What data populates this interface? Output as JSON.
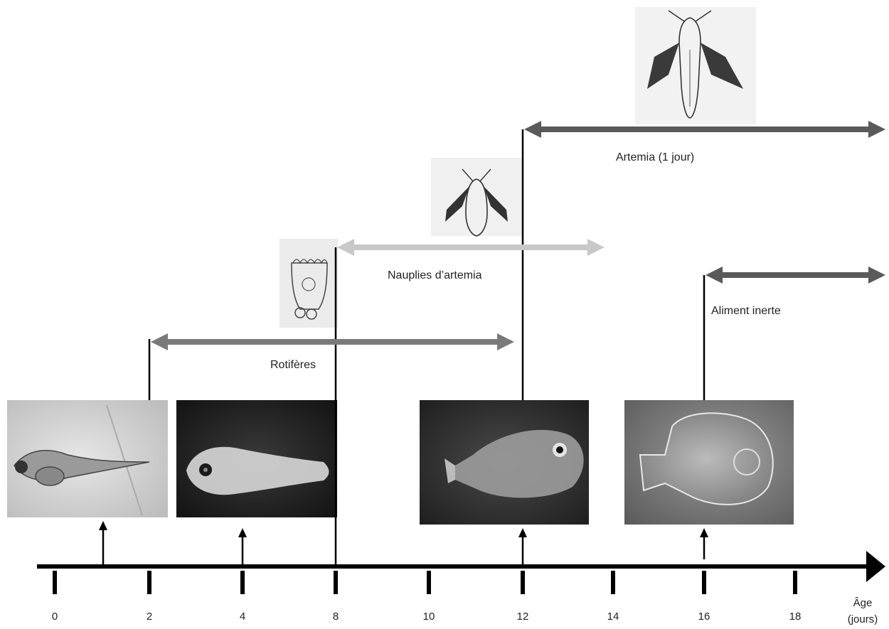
{
  "axis": {
    "ticks": [
      "0",
      "2",
      "4",
      "8",
      "10",
      "12",
      "14",
      "16",
      "18"
    ],
    "label_line1": "Âge",
    "label_line2": "(jours)"
  },
  "feeds": [
    {
      "name": "Rotifères",
      "start": 2,
      "end": 12,
      "color": "#7a7a7a"
    },
    {
      "name": "Nauplies d’artemia",
      "start": 8,
      "end": 14,
      "color": "#c8c8c8"
    },
    {
      "name": "Artemia (1 jour)",
      "start": 12,
      "end": 20,
      "color": "#5a5a5a"
    },
    {
      "name": "Aliment inerte",
      "start": 16,
      "end": 20,
      "color": "#5a5a5a"
    }
  ],
  "colors": {
    "axis": "#000000",
    "photo_bg_light": "#cfcfcf",
    "photo_bg_dark": "#1e1e1e"
  },
  "photos": [
    "larva-day-1-photo",
    "larva-day-4-photo",
    "larva-day-12-photo",
    "larva-day-16-photo"
  ],
  "drawings": [
    "rotifer-drawing",
    "nauplius-drawing",
    "artemia-drawing"
  ]
}
